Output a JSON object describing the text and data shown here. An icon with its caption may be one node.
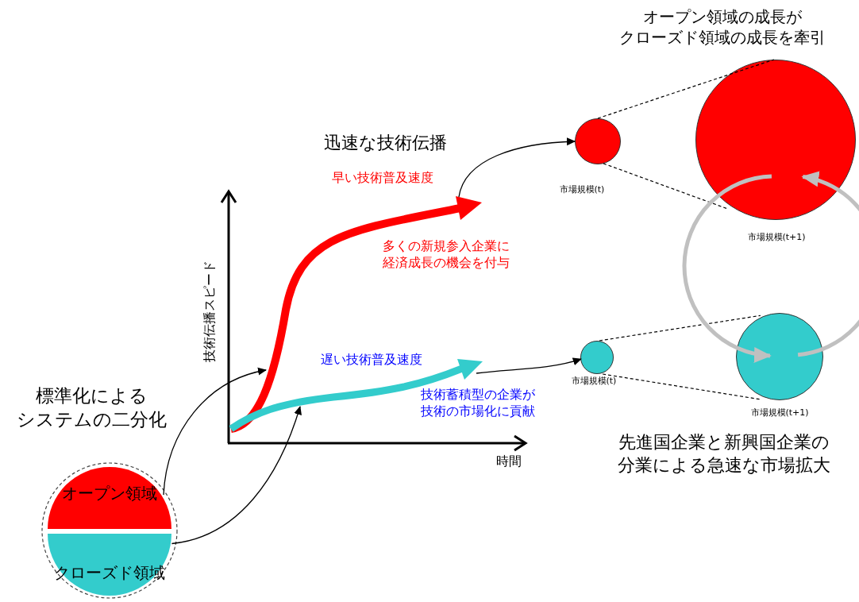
{
  "diagram": {
    "nodes": [
      {
        "text": [],
        "shape": "circle"
      },
      {
        "text": [
          "オープン領域"
        ],
        "in": 0
      },
      {
        "text": [
          "クローズド領域"
        ],
        "in": 0
      },
      {
        "text": [],
        "shape": "circle",
        "beside": [
          "市場規模(t)"
        ]
      },
      {
        "text": [],
        "shape": "circle",
        "beside": [
          "市場規模(t+1)"
        ]
      },
      {
        "text": [],
        "shape": "circle",
        "beside": [
          "市場規模(t)"
        ]
      },
      {
        "text": [],
        "shape": "circle",
        "beside": [
          "市場規模(t+1)"
        ]
      }
    ],
    "edges": [
      {
        "from": 1,
        "to": null,
        "arrow": "to"
      },
      {
        "from": 2,
        "to": null,
        "arrow": "to"
      },
      {
        "from": null,
        "to": 3,
        "arrow": "to"
      },
      {
        "from": null,
        "to": 5,
        "arrow": "to"
      },
      {
        "from": 3,
        "to": 4,
        "arrow": "none",
        "style": "dashed"
      },
      {
        "from": 3,
        "to": 4,
        "arrow": "none",
        "style": "dashed"
      },
      {
        "from": 5,
        "to": 6,
        "arrow": "none",
        "style": "dashed"
      },
      {
        "from": 5,
        "to": 6,
        "arrow": "none",
        "style": "dashed"
      },
      {
        "from": 6,
        "to": 4,
        "arrow": "to",
        "style": "thick",
        "color": "#c0c0c0"
      },
      {
        "from": 4,
        "to": 6,
        "arrow": "to",
        "style": "thick",
        "color": "#c0c0c0"
      }
    ],
    "labels": [
      "オープン領域の成長がクローズド領域の成長を牽引",
      "迅速な技術伝播",
      "早い技術普及速度",
      "技術伝播スピード",
      "多くの新規参入企業に経済成長の機会を付与",
      "遅い技術普及速度",
      "標準化によるシステムの二分化",
      "技術蓄積型の企業が技術の市場化に貢献",
      "時間",
      "先進国企業と新興国企業の分業による急速な市場拡大"
    ]
  }
}
